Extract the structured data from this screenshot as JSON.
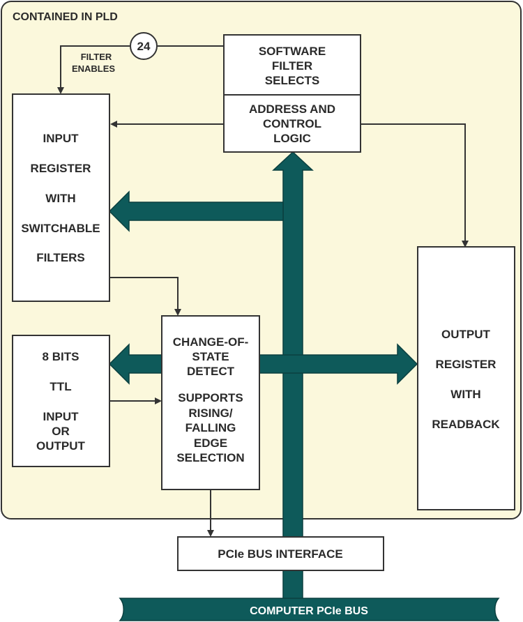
{
  "container": {
    "title": "CONTAINED IN PLD"
  },
  "filter_enables": {
    "count": "24",
    "label_line1": "FILTER",
    "label_line2": "ENABLES"
  },
  "software_filter": {
    "lines": [
      "SOFTWARE",
      "FILTER",
      "SELECTS"
    ]
  },
  "address_logic": {
    "lines": [
      "ADDRESS AND",
      "CONTROL",
      "LOGIC"
    ]
  },
  "input_register": {
    "lines": [
      "INPUT",
      "REGISTER",
      "WITH",
      "SWITCHABLE",
      "FILTERS"
    ]
  },
  "output_register": {
    "lines": [
      "OUTPUT",
      "REGISTER",
      "WITH",
      "READBACK"
    ]
  },
  "ttl_io": {
    "lines": [
      "8 BITS",
      "TTL",
      "INPUT",
      "OR",
      "OUTPUT"
    ]
  },
  "cos_detect": {
    "lines": [
      "CHANGE-OF-",
      "STATE",
      "DETECT",
      "SUPPORTS",
      "RISING/",
      "FALLING",
      "EDGE",
      "SELECTION"
    ]
  },
  "pcie_interface": {
    "label": "PCIe BUS INTERFACE"
  },
  "computer_bus": {
    "label": "COMPUTER PCIe BUS"
  },
  "colors": {
    "container_fill": "#fbf8dc",
    "bus_teal": "#0e5a5a",
    "line": "#333333",
    "box_fill": "#ffffff"
  }
}
